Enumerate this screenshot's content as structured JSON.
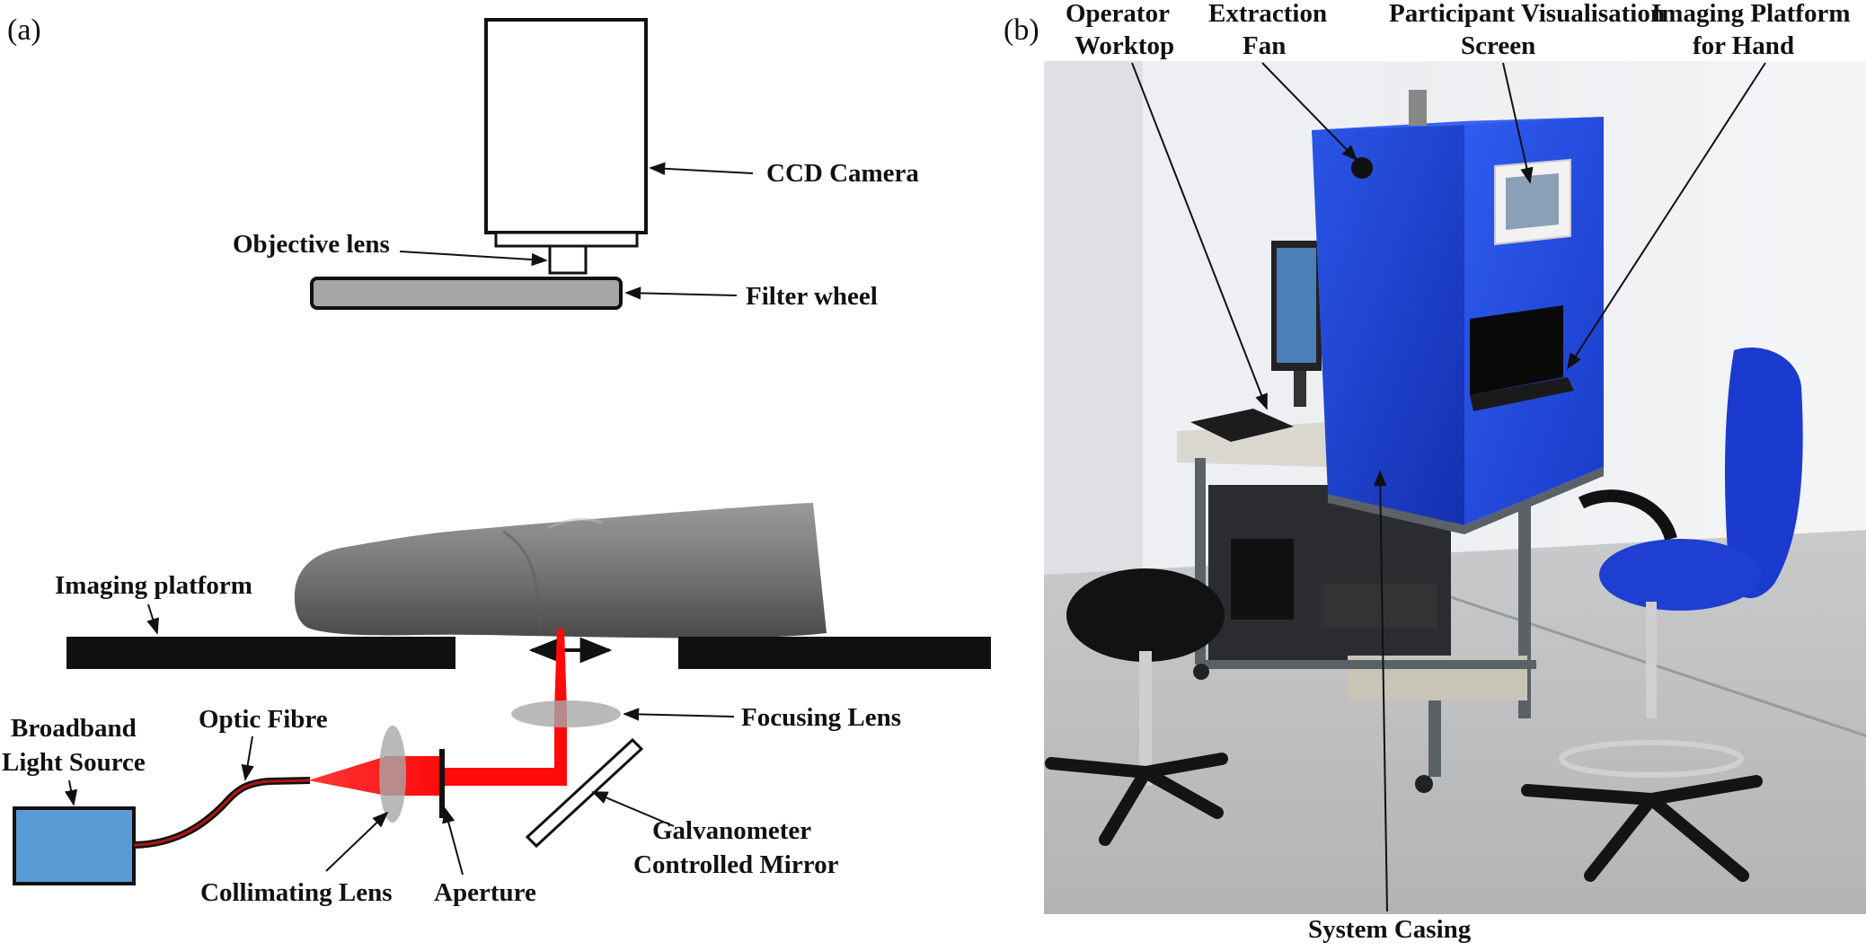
{
  "panels": {
    "a": {
      "tag": "(a)",
      "labels": {
        "ccd_camera": "CCD Camera",
        "objective_lens": "Objective lens",
        "filter_wheel": "Filter wheel",
        "imaging_platform": "Imaging platform",
        "broadband_light_source_1": "Broadband",
        "broadband_light_source_2": "Light Source",
        "optic_fibre": "Optic Fibre",
        "focusing_lens": "Focusing Lens",
        "collimating_lens": "Collimating Lens",
        "aperture": "Aperture",
        "galvanometer_1": "Galvanometer",
        "galvanometer_2": "Controlled Mirror"
      }
    },
    "b": {
      "tag": "(b)",
      "labels": {
        "operator_worktop_1": "Operator",
        "operator_worktop_2": "Worktop",
        "extraction_fan_1": "Extraction",
        "extraction_fan_2": "Fan",
        "participant_screen_1": "Participant Visualisation",
        "participant_screen_2": "Screen",
        "imaging_platform_hand_1": "Imaging Platform",
        "imaging_platform_hand_2": "for Hand",
        "system_casing": "System Casing"
      }
    }
  },
  "colors": {
    "laser": "#ff0a0a",
    "light_source": "#5b9bd5",
    "casing_blue": "#1d3fd6",
    "lens_grey": "#a8a8a8"
  }
}
